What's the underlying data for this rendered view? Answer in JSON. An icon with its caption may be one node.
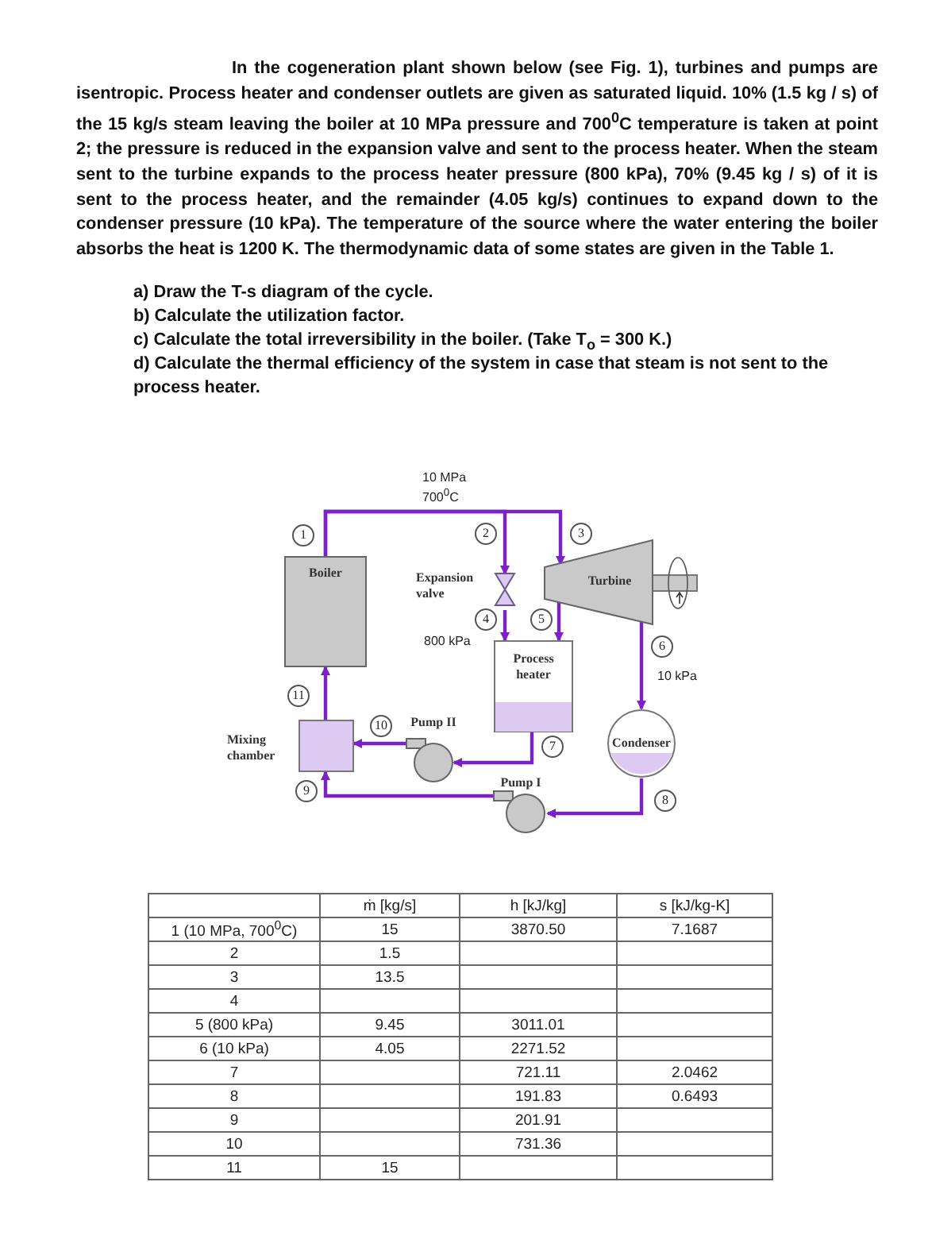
{
  "diagram": {
    "nodes": [
      {
        "text": [
          "Boiler"
        ]
      },
      {
        "text": [
          "Expansion valve"
        ]
      },
      {
        "text": [
          "Turbine"
        ]
      },
      {
        "text": [
          "Process heater"
        ]
      },
      {
        "text": [
          "Pump II"
        ]
      },
      {
        "text": [
          "Mixing chamber"
        ]
      },
      {
        "text": [
          "Condenser"
        ]
      },
      {
        "text": [
          "Pump I"
        ]
      }
    ],
    "edges": [
      {
        "from": 0,
        "to": 1,
        "arrow": "to",
        "label": "2"
      },
      {
        "from": 0,
        "to": 2,
        "arrow": "to",
        "label": "3"
      },
      {
        "from": 1,
        "to": 3,
        "arrow": "to",
        "label": "4"
      },
      {
        "from": 2,
        "to": 3,
        "arrow": "to",
        "label": "5"
      },
      {
        "from": 2,
        "to": 6,
        "arrow": "to",
        "label": "6"
      },
      {
        "from": 3,
        "to": 4,
        "arrow": "to",
        "label": "7"
      },
      {
        "from": 4,
        "to": 5,
        "arrow": "to",
        "label": "10"
      },
      {
        "from": 6,
        "to": 7,
        "arrow": "to",
        "label": "8"
      },
      {
        "from": 7,
        "to": 5,
        "arrow": "to",
        "label": "9"
      },
      {
        "from": 5,
        "to": 0,
        "arrow": "to",
        "label": "11"
      }
    ],
    "labels": [
      "In the cogeneration plant shown below (see Fig. 1), turbines and pumps are isentropic. Process heater and condenser outlets are given as saturated liquid. 10% (1.5 kg / s) of the 15 kg/s steam leaving the boiler at 10 MPa pressure and 700$^{0}$C temperature is taken at point 2; the pressure is reduced in the expansion valve and sent to the process heater. When the steam sent to the turbine expands to the process heater pressure (800 kPa), 70% (9.45 kg / s) of it is sent to the process heater, and the remainder (4.05 kg/s) continues to expand down to the condenser pressure (10 kPa). The temperature of the source where the water entering the boiler absorbs the heat is 1200 K. The thermodynamic data of some states are given in the Table 1.",
      "a) Draw the T-s diagram of the cycle.",
      "b) Calculate the utilization factor.",
      "c) Calculate the total irreversibility in the boiler. (Take T$_{o}$ = 300 K.)",
      "d) Calculate the thermal efficiency of the system in case that steam is not sent to the process heater.",
      "10 MPa 700$^{0}$C",
      "1",
      "800 kPa",
      "10 kPa",
      "ṁ [kg/s]",
      "h [kJ/kg]",
      "s [kJ/kg-K]",
      "1 (10 MPa, 700$^{0}$C)",
      "15",
      "3870.50",
      "7.1687",
      "2",
      "1.5",
      "3",
      "13.5",
      "4",
      "5 (800 kPa)",
      "9.45",
      "3011.01",
      "6 (10 kPa)",
      "4.05",
      "2271.52",
      "7",
      "721.11",
      "2.0462",
      "8",
      "191.83",
      "0.6493",
      "9",
      "201.91",
      "10",
      "731.36",
      "11",
      "15"
    ]
  }
}
